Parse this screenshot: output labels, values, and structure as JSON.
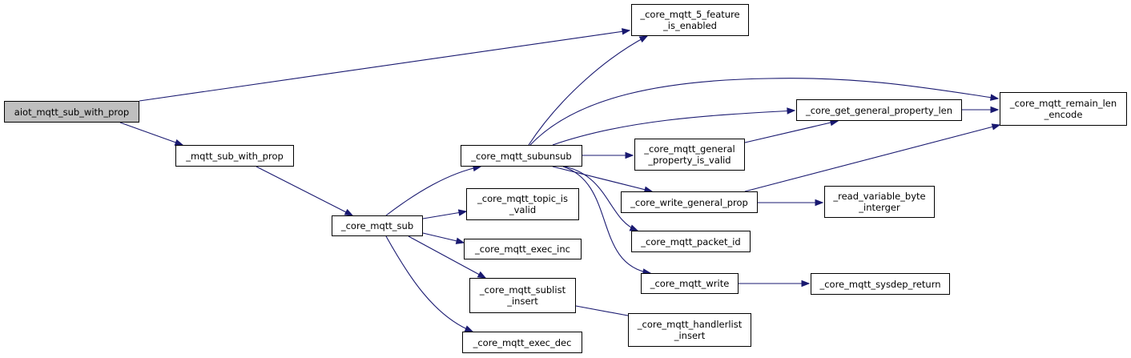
{
  "graph": {
    "colors": {
      "edge": "#191970",
      "root_fill": "#bfbfbf",
      "node_fill": "#ffffff",
      "border": "#000000"
    },
    "nodes": [
      {
        "id": "n0",
        "name": "node-aiot-mqtt-sub-with-prop",
        "lines": [
          "aiot_mqtt_sub_with_prop"
        ],
        "root": true
      },
      {
        "id": "n1",
        "name": "node-core-mqtt-5-feature-is-enabled",
        "lines": [
          "_core_mqtt_5_feature",
          "_is_enabled"
        ]
      },
      {
        "id": "n2",
        "name": "node-mqtt-sub-with-prop",
        "lines": [
          "_mqtt_sub_with_prop"
        ]
      },
      {
        "id": "n3",
        "name": "node-core-mqtt-sub",
        "lines": [
          "_core_mqtt_sub"
        ]
      },
      {
        "id": "n4",
        "name": "node-core-mqtt-subunsub",
        "lines": [
          "_core_mqtt_subunsub"
        ]
      },
      {
        "id": "n5",
        "name": "node-core-mqtt-topic-is-valid",
        "lines": [
          "_core_mqtt_topic_is",
          "_valid"
        ]
      },
      {
        "id": "n6",
        "name": "node-core-mqtt-exec-inc",
        "lines": [
          "_core_mqtt_exec_inc"
        ]
      },
      {
        "id": "n7",
        "name": "node-core-mqtt-sublist-insert",
        "lines": [
          "_core_mqtt_sublist",
          "_insert"
        ]
      },
      {
        "id": "n8",
        "name": "node-core-mqtt-exec-dec",
        "lines": [
          "_core_mqtt_exec_dec"
        ]
      },
      {
        "id": "n9",
        "name": "node-core-get-general-property-len",
        "lines": [
          "_core_get_general_property_len"
        ]
      },
      {
        "id": "n10",
        "name": "node-core-mqtt-general-property-is-valid",
        "lines": [
          "_core_mqtt_general",
          "_property_is_valid"
        ]
      },
      {
        "id": "n11",
        "name": "node-core-write-general-prop",
        "lines": [
          "_core_write_general_prop"
        ]
      },
      {
        "id": "n12",
        "name": "node-core-mqtt-packet-id",
        "lines": [
          "_core_mqtt_packet_id"
        ]
      },
      {
        "id": "n13",
        "name": "node-core-mqtt-write",
        "lines": [
          "_core_mqtt_write"
        ]
      },
      {
        "id": "n14",
        "name": "node-core-mqtt-remain-len-encode",
        "lines": [
          "_core_mqtt_remain_len",
          "_encode"
        ]
      },
      {
        "id": "n15",
        "name": "node-read-variable-byte-interger",
        "lines": [
          "_read_variable_byte",
          "_interger"
        ]
      },
      {
        "id": "n16",
        "name": "node-core-mqtt-sysdep-return",
        "lines": [
          "_core_mqtt_sysdep_return"
        ]
      },
      {
        "id": "n17",
        "name": "node-core-mqtt-handlerlist-insert",
        "lines": [
          "_core_mqtt_handlerlist",
          "_insert"
        ]
      }
    ],
    "edges": [
      [
        "n0",
        "n1"
      ],
      [
        "n0",
        "n2"
      ],
      [
        "n2",
        "n3"
      ],
      [
        "n3",
        "n4"
      ],
      [
        "n3",
        "n5"
      ],
      [
        "n3",
        "n6"
      ],
      [
        "n3",
        "n7"
      ],
      [
        "n3",
        "n8"
      ],
      [
        "n4",
        "n1"
      ],
      [
        "n4",
        "n14"
      ],
      [
        "n4",
        "n9"
      ],
      [
        "n4",
        "n10"
      ],
      [
        "n4",
        "n11"
      ],
      [
        "n4",
        "n12"
      ],
      [
        "n4",
        "n13"
      ],
      [
        "n9",
        "n14"
      ],
      [
        "n10",
        "n9"
      ],
      [
        "n11",
        "n14"
      ],
      [
        "n11",
        "n15"
      ],
      [
        "n13",
        "n16"
      ],
      [
        "n7",
        "n17"
      ]
    ]
  }
}
